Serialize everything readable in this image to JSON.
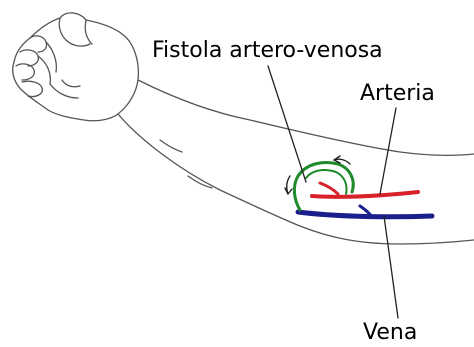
{
  "labels": {
    "fistula": "Fistola artero-venosa",
    "artery": "Arteria",
    "vein": "Vena"
  },
  "colors": {
    "artery": "#d9212a",
    "vein": "#1a1f8c",
    "fistula_loop": "#1e8a2a",
    "outline": "#555555",
    "leader_line": "#222222"
  }
}
